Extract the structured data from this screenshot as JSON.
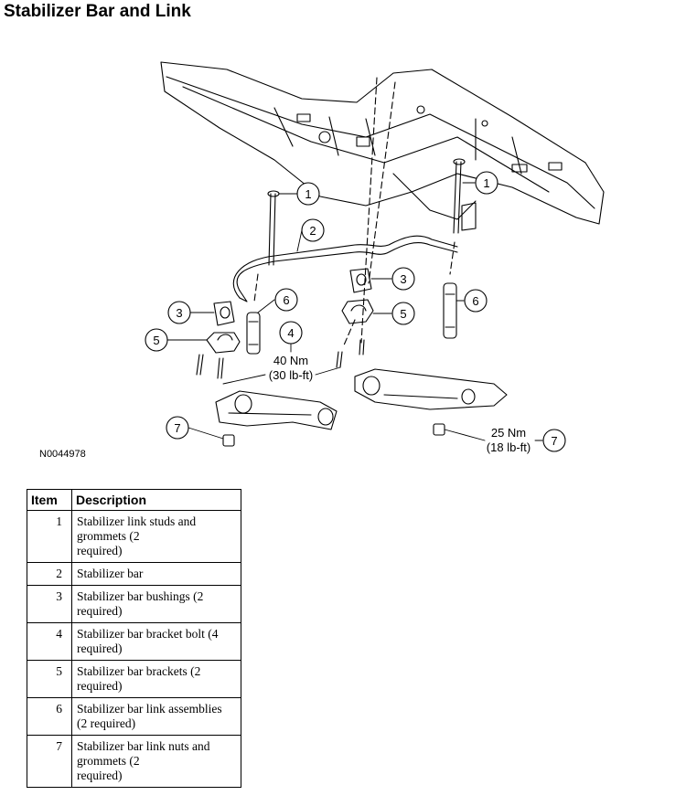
{
  "page": {
    "title": "Stabilizer Bar and Link"
  },
  "diagram": {
    "figure_id": "N0044978",
    "callouts": [
      "1",
      "1",
      "2",
      "3",
      "3",
      "4",
      "5",
      "5",
      "6",
      "6",
      "7",
      "7"
    ],
    "torque_front": {
      "nm": "40 Nm",
      "lbft": "(30 lb-ft)"
    },
    "torque_rear": {
      "nm": "25 Nm",
      "lbft": "(18 lb-ft)"
    }
  },
  "table": {
    "headers": [
      "Item",
      "Description"
    ],
    "rows": [
      {
        "item": "1",
        "lines": [
          "Stabilizer link studs and",
          "grommets (2",
          "required)"
        ]
      },
      {
        "item": "2",
        "lines": [
          "Stabilizer bar"
        ]
      },
      {
        "item": "3",
        "lines": [
          "Stabilizer bar bushings (2",
          "required)"
        ]
      },
      {
        "item": "4",
        "lines": [
          "Stabilizer bar bracket bolt (4",
          "required)"
        ]
      },
      {
        "item": "5",
        "lines": [
          "Stabilizer bar brackets (2",
          "required)"
        ]
      },
      {
        "item": "6",
        "lines": [
          "Stabilizer bar link assemblies",
          "(2 required)"
        ]
      },
      {
        "item": "7",
        "lines": [
          "Stabilizer bar link nuts and",
          "grommets (2",
          "required)"
        ]
      }
    ]
  }
}
